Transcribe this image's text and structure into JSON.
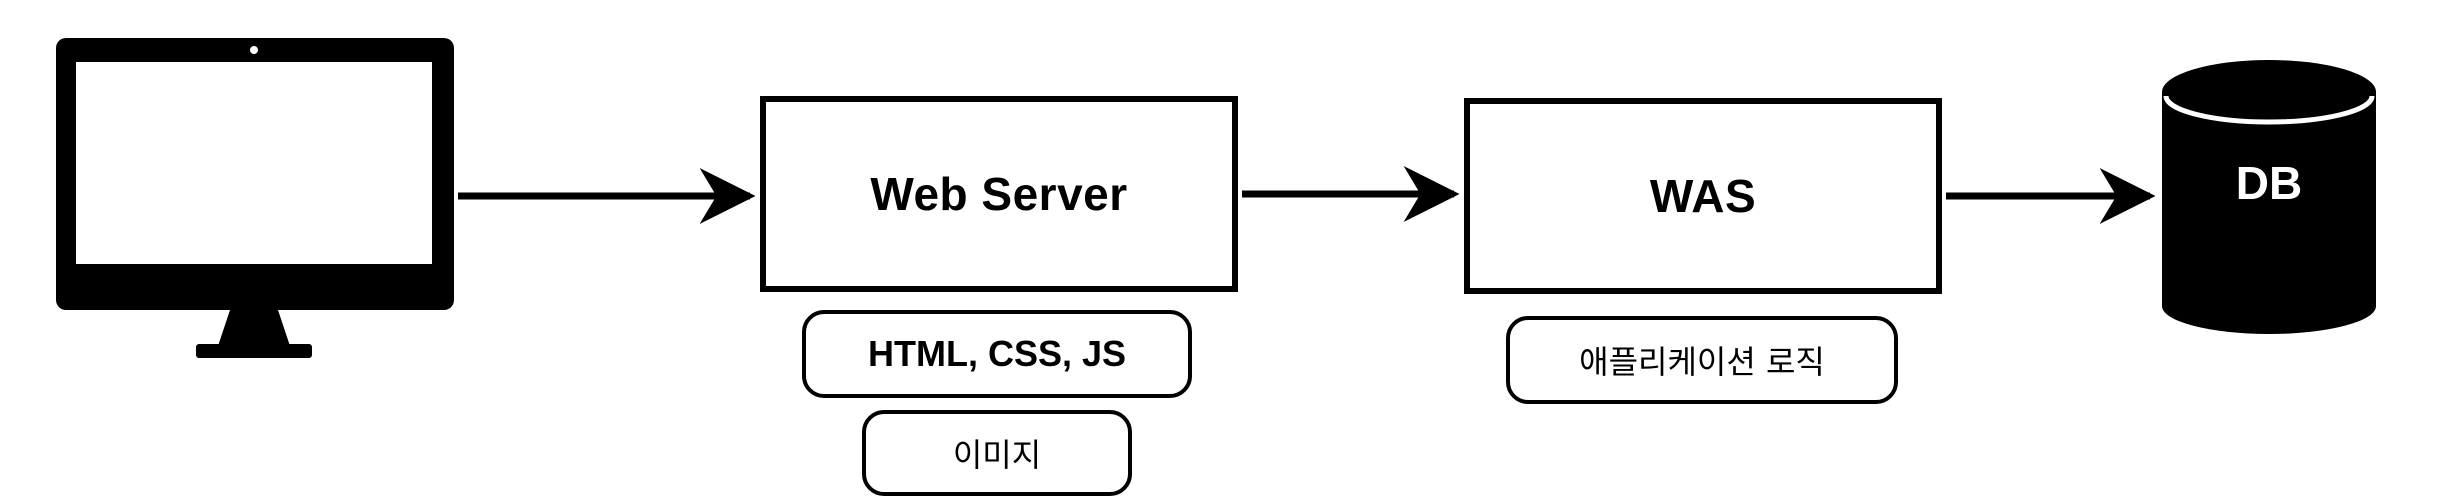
{
  "diagram": {
    "nodes": {
      "web_server": "Web Server",
      "was": "WAS",
      "db": "DB"
    },
    "tags": {
      "web_server": [
        "HTML, CSS, JS",
        "이미지"
      ],
      "was": [
        "애플리케이션 로직"
      ]
    },
    "icons": {
      "client": "desktop-monitor-icon",
      "database": "database-cylinder-icon"
    },
    "colors": {
      "stroke": "#000000",
      "background": "#ffffff"
    }
  }
}
